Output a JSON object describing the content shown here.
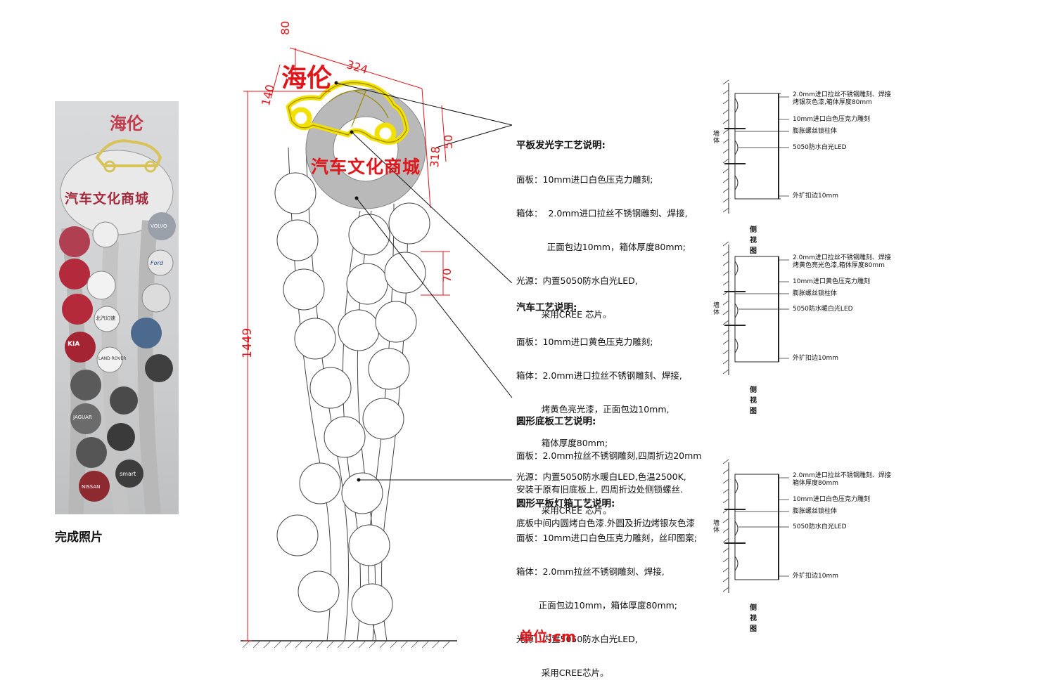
{
  "photo": {
    "caption": "完成照片",
    "sign_text": "汽车文化商城",
    "logo_text": "海伦",
    "badges": [
      "KIA",
      "JAGUAR",
      "NISSAN",
      "smart",
      "VOLVO",
      "Ford",
      "北汽幻速",
      "LAND ROVER"
    ]
  },
  "elevation": {
    "logo_text": "海伦",
    "sign_text": "汽车文化商城",
    "dims": {
      "d80": "80",
      "d324": "324",
      "d140": "140",
      "d318": "318",
      "d50": "50",
      "d70": "70",
      "d1449": "1449"
    }
  },
  "notes": [
    {
      "title": "平板发光字工艺说明:",
      "lines": [
        "面板：10mm进口白色压克力雕刻;",
        "箱体：  2.0mm进口拉丝不锈钢雕刻、焊接,",
        "           正面包边10mm，箱体厚度80mm;",
        "光源：内置5050防水白光LED,",
        "         采用CREE 芯片。"
      ]
    },
    {
      "title": "汽车工艺说明:",
      "lines": [
        "面板：10mm进口黄色压克力雕刻;",
        "箱体：2.0mm进口拉丝不锈钢雕刻、焊接,",
        "         烤黄色亮光漆，正面包边10mm,",
        "         箱体厚度80mm;",
        "光源：内置5050防水暖白LED,色温2500K,",
        "         采用CREE 芯片。"
      ]
    },
    {
      "title": "圆形底板工艺说明:",
      "lines": [
        "面板：2.0mm拉丝不锈钢雕刻,四周折边20mm",
        "安装于原有旧底板上, 四周折边处侧锁螺丝.",
        "底板中间内圆烤白色漆.外圆及折边烤银灰色漆"
      ]
    },
    {
      "title": "圆形平板灯箱工艺说明:",
      "lines": [
        "面板：10mm进口白色压克力雕刻，丝印图案;",
        "箱体：2.0mm拉丝不锈钢雕刻、焊接,",
        "        正面包边10mm，箱体厚度80mm;",
        "光源：内置5050防水白光LED,",
        "         采用CREE芯片。"
      ]
    }
  ],
  "side_views": [
    {
      "labels": [
        "2.0mm进口拉丝不锈钢雕刻、焊接",
        "烤银灰色漆,箱体厚度80mm",
        "10mm进口白色压克力雕刻",
        "膨胀螺丝锁柱体",
        "5050防水白光LED",
        "外扩扣边10mm"
      ],
      "wall": "墙体",
      "caption": "侧视图"
    },
    {
      "labels": [
        "2.0mm进口拉丝不锈钢雕刻、焊接",
        "烤黄色亮光色漆,箱体厚度80mm",
        "10mm进口黄色压克力雕刻",
        "膨胀螺丝锁柱体",
        "5050防水暖白光LED",
        "外扩扣边10mm"
      ],
      "wall": "墙体",
      "caption": "侧视图"
    },
    {
      "labels": [
        "2.0mm进口拉丝不锈钢雕刻、焊接",
        "箱体厚度80mm",
        "10mm进口白色压克力雕刻",
        "膨胀螺丝锁柱体",
        "5050防水白光LED",
        "外扩扣边10mm"
      ],
      "wall": "墙体",
      "caption": "侧视图"
    }
  ],
  "unit_label": "单位:cm",
  "colors": {
    "dimension_red": "#e0161b",
    "logo_yellow": "#f2e100",
    "ring_gray": "#b9b9b9"
  }
}
